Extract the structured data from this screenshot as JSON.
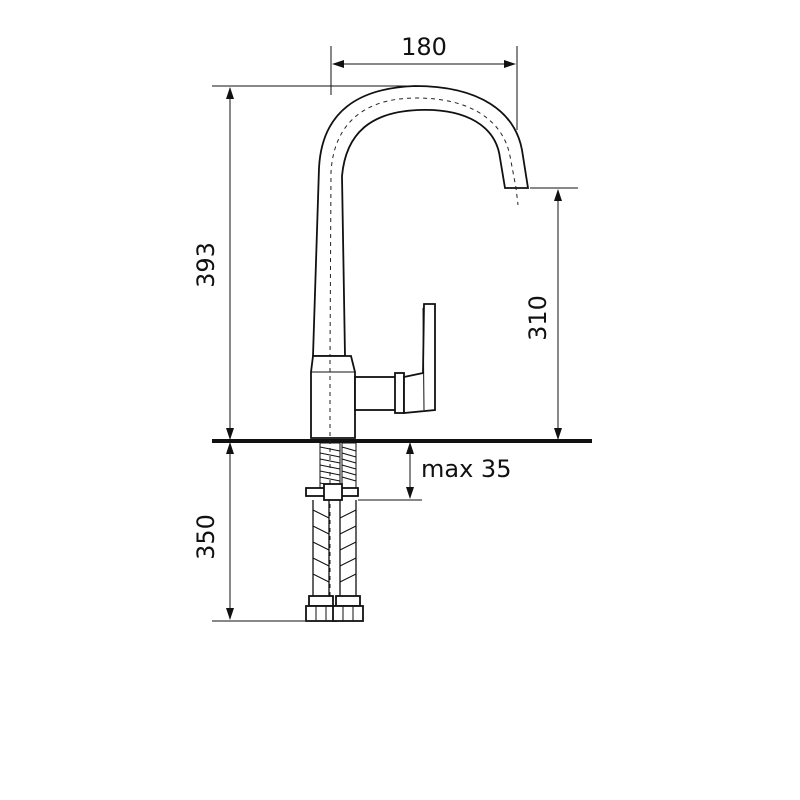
{
  "dimensions": {
    "spout_reach": "180",
    "total_height": "393",
    "spout_height": "310",
    "max_thickness": "max 35",
    "hose_length": "350"
  },
  "colors": {
    "line": "#111111",
    "background": "#ffffff"
  }
}
